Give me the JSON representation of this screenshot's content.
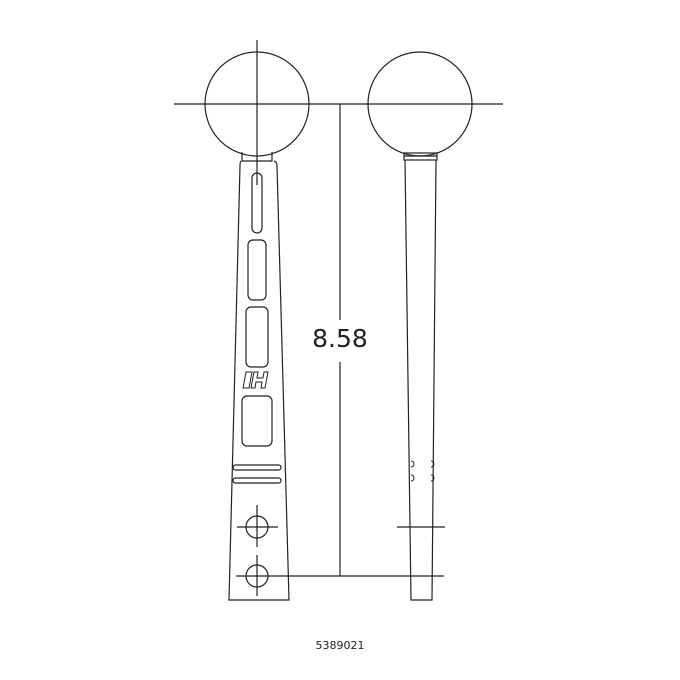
{
  "drawing": {
    "dimension_label": "8.58",
    "part_number": "5389021",
    "line_color": "#222222",
    "background": "#ffffff"
  },
  "views": [
    {
      "name": "front-view",
      "description": "Shifter handle front view with ball knob, slotted tapered shaft, H logo, two grooves and two mounting holes"
    },
    {
      "name": "side-view",
      "description": "Shifter handle side view with ball knob, collar, tapered shaft and detent marks"
    }
  ],
  "logo": {
    "text": "H"
  }
}
